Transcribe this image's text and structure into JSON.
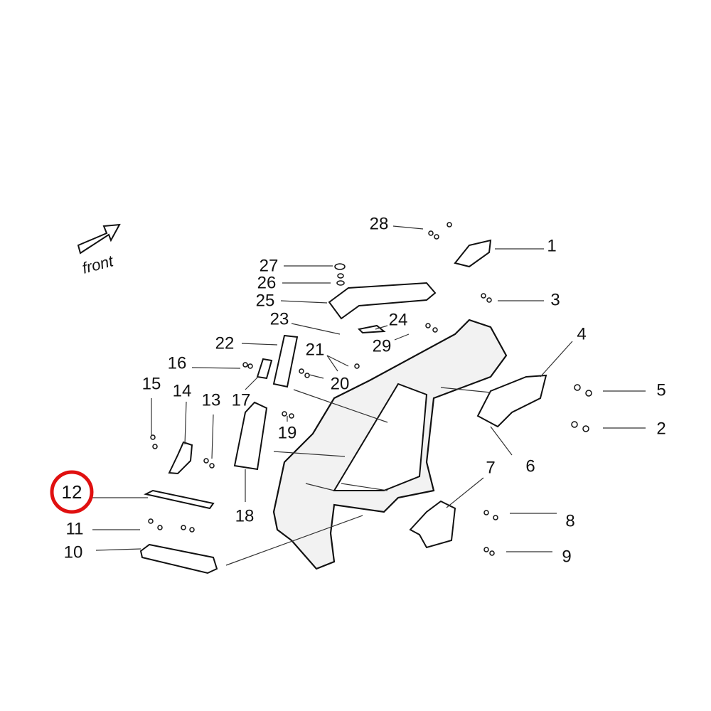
{
  "orientation": {
    "label": "front"
  },
  "callouts": {
    "c1": "1",
    "c2": "2",
    "c3": "3",
    "c4": "4",
    "c5": "5",
    "c6": "6",
    "c7": "7",
    "c8": "8",
    "c9": "9",
    "c10": "10",
    "c11": "11",
    "c12": "12",
    "c13": "13",
    "c14": "14",
    "c15": "15",
    "c16": "16",
    "c17": "17",
    "c18": "18",
    "c19": "19",
    "c20": "20",
    "c21": "21",
    "c22": "22",
    "c23": "23",
    "c24": "24",
    "c25": "25",
    "c26": "26",
    "c27": "27",
    "c28": "28",
    "c29": "29"
  },
  "highlight": {
    "callout": "12",
    "color": "#e01010"
  }
}
